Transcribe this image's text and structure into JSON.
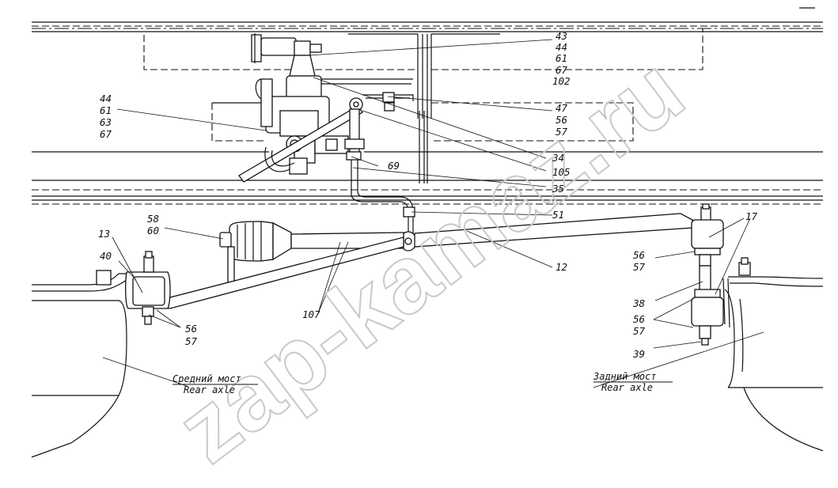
{
  "watermark": "zap-kamaz.ru",
  "callouts": {
    "top_valve": [
      "43",
      "44",
      "61",
      "67",
      "102"
    ],
    "left_valve": [
      "44",
      "61",
      "63",
      "67"
    ],
    "right_group_a": [
      "47",
      "56",
      "57"
    ],
    "n34": "34",
    "n105": "105",
    "n69": "69",
    "n35": "35",
    "n51": "51",
    "n12": "12",
    "rod_end": [
      "58",
      "60"
    ],
    "n13": "13",
    "n40": "40",
    "left_bush": [
      "56",
      "57"
    ],
    "n107": "107",
    "n17": "17",
    "right_upper": [
      "56",
      "57"
    ],
    "n38": "38",
    "right_lower": [
      "56",
      "57"
    ],
    "n39": "39"
  },
  "axles": {
    "middle_ru": "Средний мост",
    "middle_en": "Rear axle",
    "rear_ru": "Задний мост",
    "rear_en": "Rear axle"
  }
}
